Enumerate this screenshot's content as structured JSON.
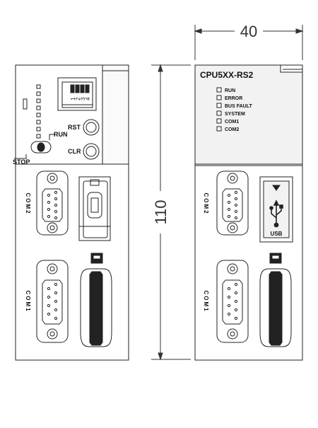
{
  "dimensions": {
    "width": "40",
    "height": "110"
  },
  "left_view": {
    "dip_numbers": [
      "1",
      "2",
      "3",
      "4"
    ],
    "rst_label": "RST",
    "clr_label": "CLR",
    "run_label": "RUN",
    "stop_label": "STOP",
    "com2_label": "COM2",
    "com1_label": "COM1"
  },
  "right_view": {
    "model": "CPU5XX-RS2",
    "leds": [
      "RUN",
      "ERROR",
      "BUS FAULT",
      "SYSTEM",
      "COM1",
      "COM2"
    ],
    "usb_label": "USB",
    "com2_label": "COM2",
    "com1_label": "COM1"
  },
  "colors": {
    "line": "#222222",
    "fill": "#f2f2f2"
  }
}
